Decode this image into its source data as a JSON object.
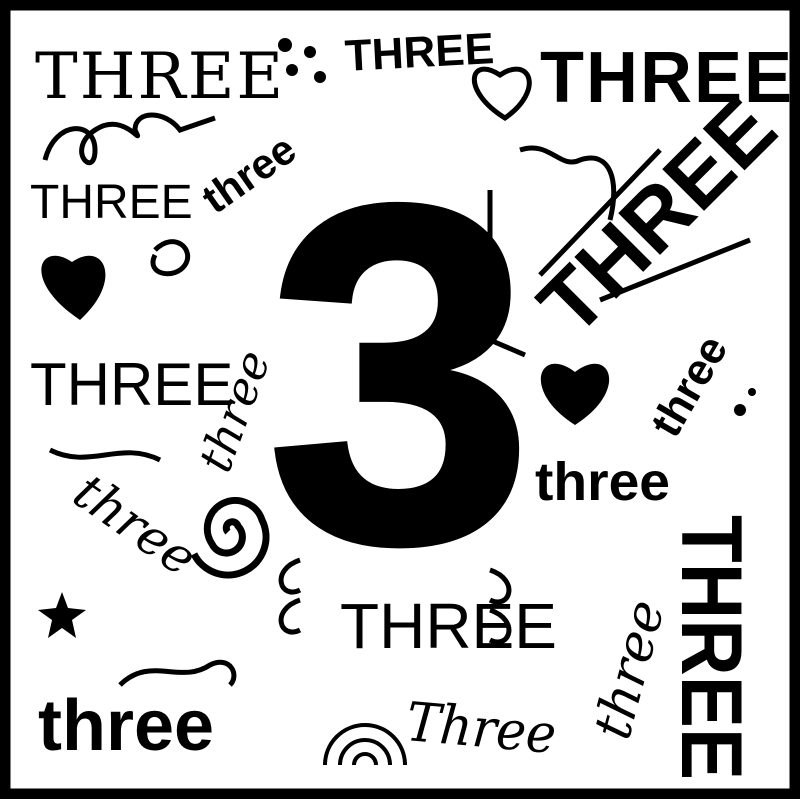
{
  "title": "THREE word art",
  "big_number": "3",
  "words": {
    "top_left": "THREE",
    "top_center": "THREE",
    "top_right": "THREE",
    "left_upper": "THREE",
    "diagonal_upper": "three",
    "right_big": "THREE",
    "left_middle": "THREE",
    "next_to_three": "three",
    "right_rotated": "three",
    "right_middle": "three",
    "left_lower": "three",
    "bottom_center": "THREE",
    "bottom_right_rotated": "three",
    "right_vertical": "THREE",
    "bottom_left": "three",
    "bottom_center_right": "Three"
  },
  "colors": {
    "ink": "#000000",
    "background": "#ffffff"
  }
}
